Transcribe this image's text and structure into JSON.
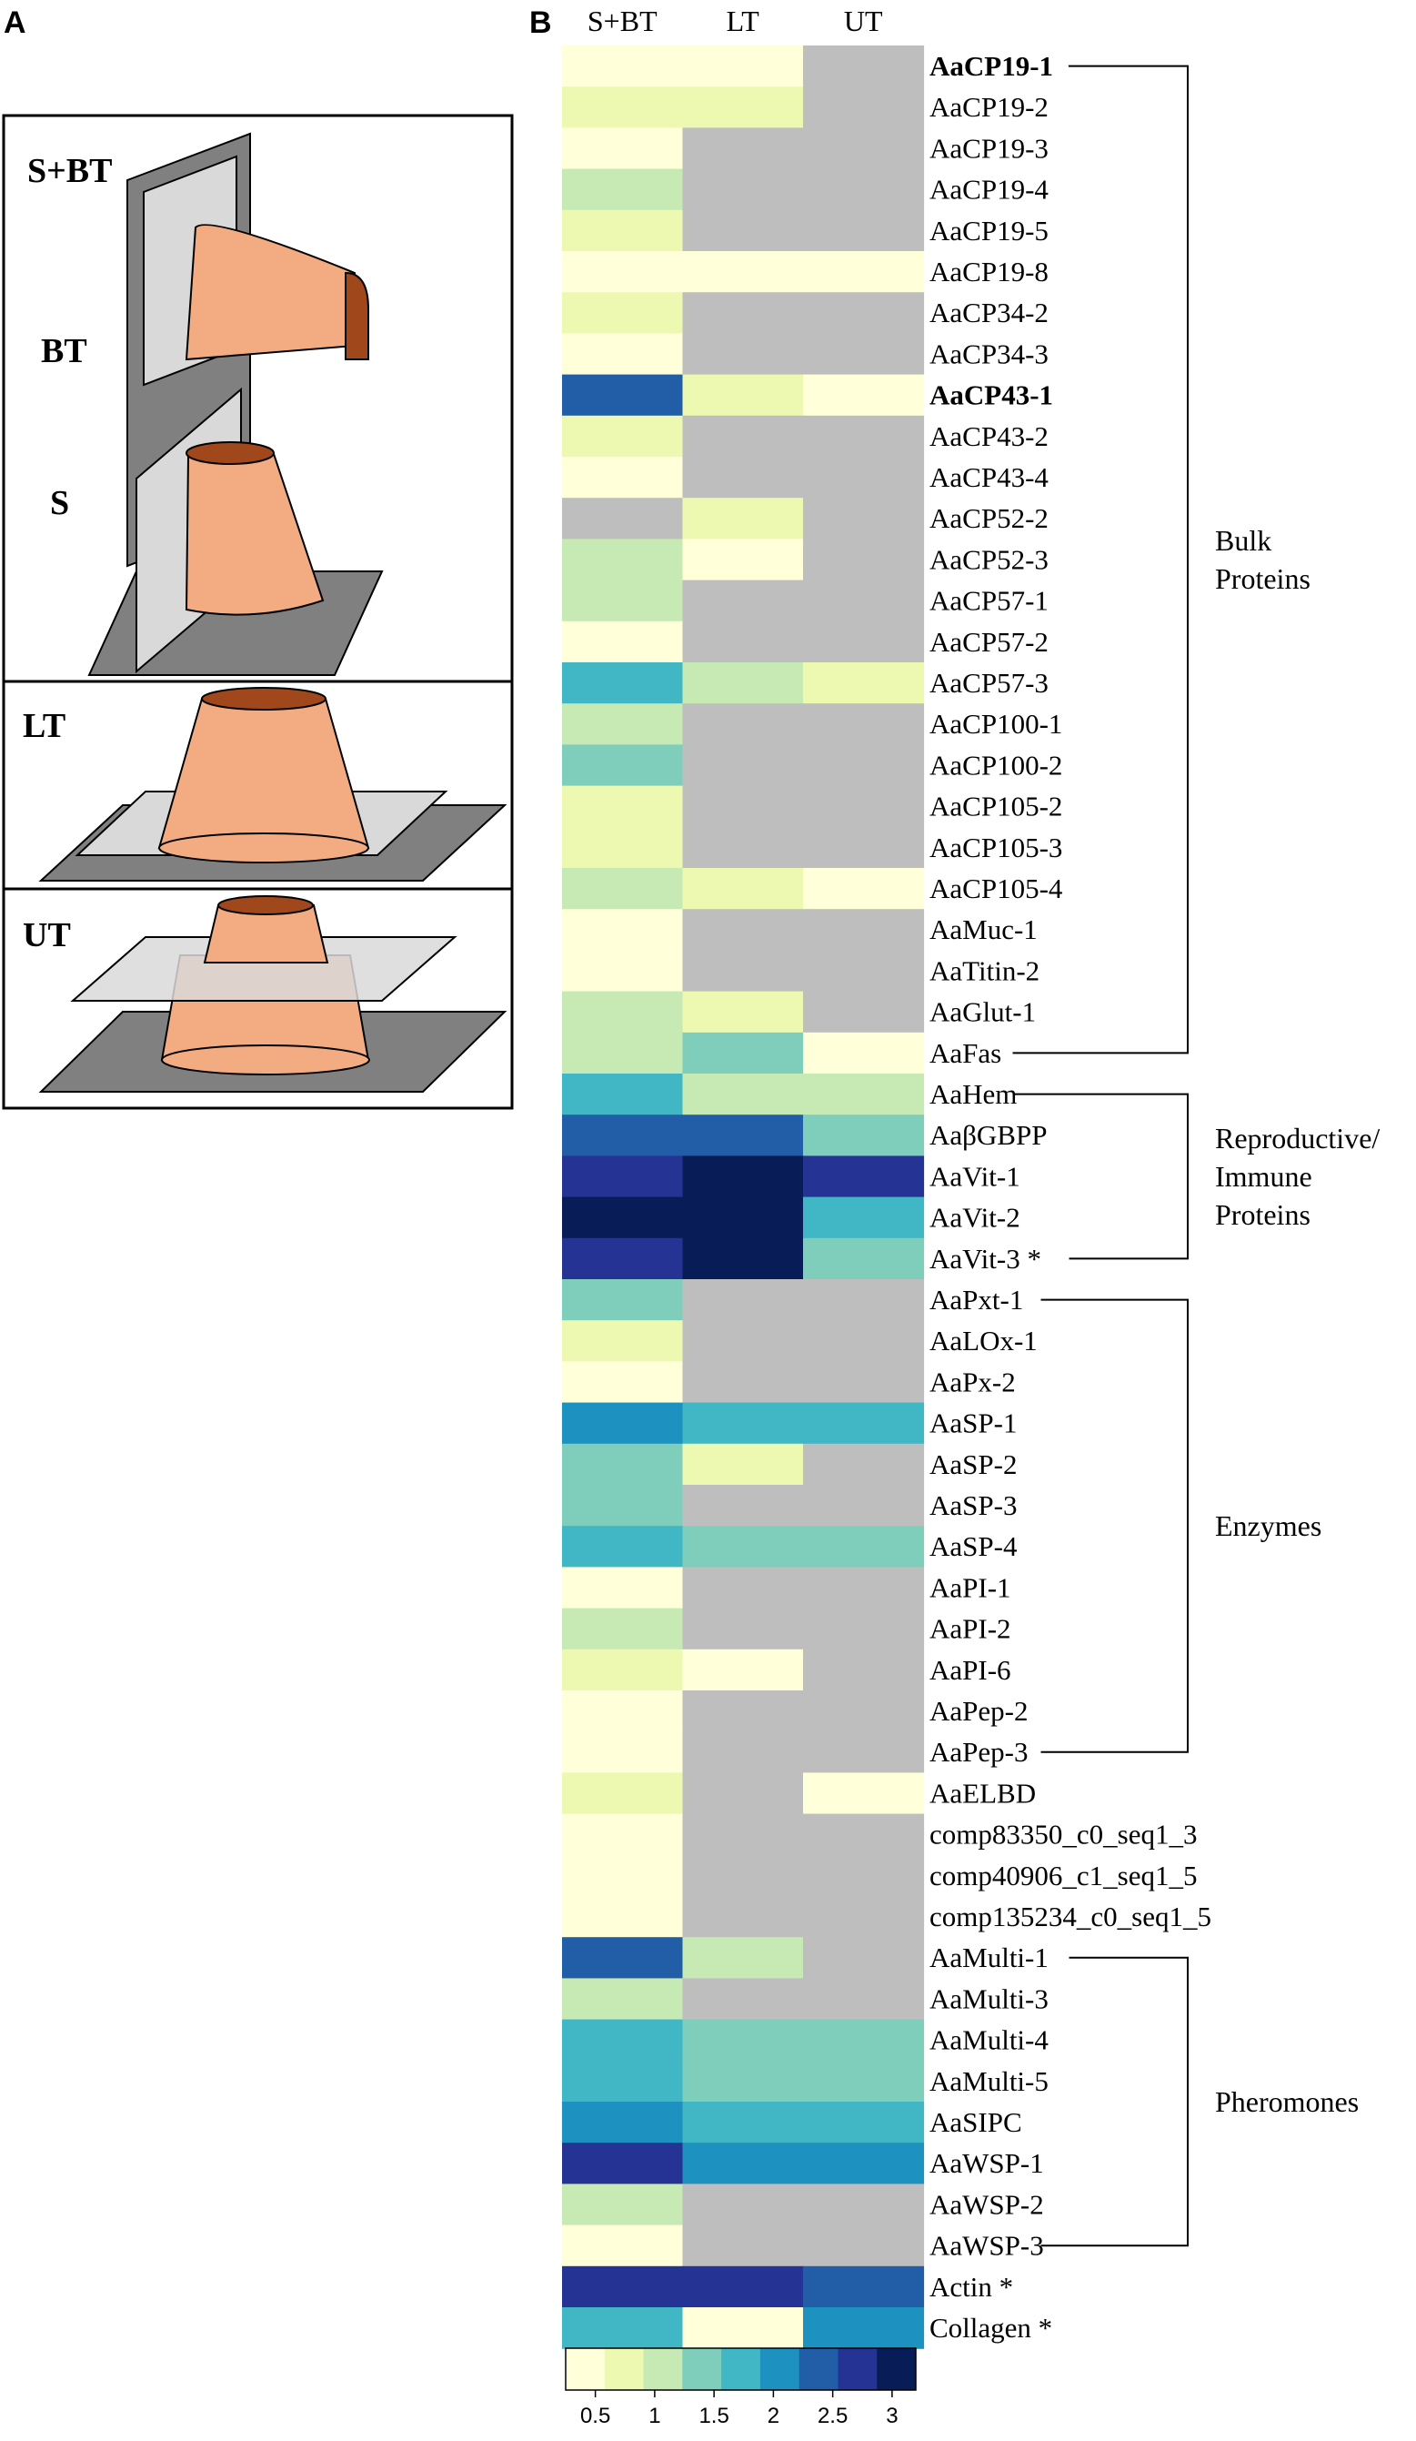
{
  "panel_a": {
    "letter": "A",
    "labels": {
      "sbt": "S+BT",
      "bt": "BT",
      "s": "S",
      "lt": "LT",
      "ut": "UT"
    }
  },
  "panel_b": {
    "letter": "B"
  },
  "colors": {
    "na": "#bebebe",
    "scale": [
      "#ffffd9",
      "#edf8b1",
      "#c7e9b4",
      "#7fcdbb",
      "#41b6c4",
      "#1d91c0",
      "#225ea8",
      "#253494",
      "#081d58"
    ],
    "cone_light": "#f6b58d",
    "cone_dark": "#b0582a",
    "plane_dark": "#808080",
    "plane_light": "#d9d9d9"
  },
  "chart_data": {
    "type": "heatmap",
    "columns": [
      "S+BT",
      "LT",
      "UT"
    ],
    "value_scale": [
      0.5,
      1,
      1.5,
      2,
      2.5,
      3
    ],
    "colorbar_ticks": [
      "0.5",
      "1",
      "1.5",
      "2",
      "2.5",
      "3"
    ],
    "rows": [
      {
        "label": "AaCP19-1",
        "bold": true,
        "levels": [
          0,
          0,
          null
        ]
      },
      {
        "label": "AaCP19-2",
        "levels": [
          1,
          1,
          null
        ]
      },
      {
        "label": "AaCP19-3",
        "levels": [
          0,
          null,
          null
        ]
      },
      {
        "label": "AaCP19-4",
        "levels": [
          2,
          null,
          null
        ]
      },
      {
        "label": "AaCP19-5",
        "levels": [
          1,
          null,
          null
        ]
      },
      {
        "label": "AaCP19-8",
        "levels": [
          0,
          0,
          0
        ]
      },
      {
        "label": "AaCP34-2",
        "levels": [
          1,
          null,
          null
        ]
      },
      {
        "label": "AaCP34-3",
        "levels": [
          0,
          null,
          null
        ]
      },
      {
        "label": "AaCP43-1",
        "bold": true,
        "levels": [
          6,
          1,
          0
        ]
      },
      {
        "label": "AaCP43-2",
        "levels": [
          1,
          null,
          null
        ]
      },
      {
        "label": "AaCP43-4",
        "levels": [
          0,
          null,
          null
        ]
      },
      {
        "label": "AaCP52-2",
        "levels": [
          null,
          1,
          null
        ]
      },
      {
        "label": "AaCP52-3",
        "levels": [
          2,
          0,
          null
        ]
      },
      {
        "label": "AaCP57-1",
        "levels": [
          2,
          null,
          null
        ]
      },
      {
        "label": "AaCP57-2",
        "levels": [
          0,
          null,
          null
        ]
      },
      {
        "label": "AaCP57-3",
        "levels": [
          4,
          2,
          1
        ]
      },
      {
        "label": "AaCP100-1",
        "levels": [
          2,
          null,
          null
        ]
      },
      {
        "label": "AaCP100-2",
        "levels": [
          3,
          null,
          null
        ]
      },
      {
        "label": "AaCP105-2",
        "levels": [
          1,
          null,
          null
        ]
      },
      {
        "label": "AaCP105-3",
        "levels": [
          1,
          null,
          null
        ]
      },
      {
        "label": "AaCP105-4",
        "levels": [
          2,
          1,
          0
        ]
      },
      {
        "label": "AaMuc-1",
        "levels": [
          0,
          null,
          null
        ]
      },
      {
        "label": "AaTitin-2",
        "levels": [
          0,
          null,
          null
        ]
      },
      {
        "label": "AaGlut-1",
        "levels": [
          2,
          1,
          null
        ]
      },
      {
        "label": "AaFas",
        "levels": [
          2,
          3,
          0
        ]
      },
      {
        "label": "AaHem",
        "levels": [
          4,
          2,
          2
        ]
      },
      {
        "label": "AaβGBPP",
        "levels": [
          6,
          6,
          3
        ]
      },
      {
        "label": "AaVit-1",
        "levels": [
          7,
          8,
          7
        ]
      },
      {
        "label": "AaVit-2",
        "levels": [
          8,
          8,
          4
        ]
      },
      {
        "label": "AaVit-3 *",
        "levels": [
          7,
          8,
          3
        ]
      },
      {
        "label": "AaPxt-1",
        "levels": [
          3,
          null,
          null
        ]
      },
      {
        "label": "AaLOx-1",
        "levels": [
          1,
          null,
          null
        ]
      },
      {
        "label": "AaPx-2",
        "levels": [
          0,
          null,
          null
        ]
      },
      {
        "label": "AaSP-1",
        "levels": [
          5,
          4,
          4
        ]
      },
      {
        "label": "AaSP-2",
        "levels": [
          3,
          1,
          null
        ]
      },
      {
        "label": "AaSP-3",
        "levels": [
          3,
          null,
          null
        ]
      },
      {
        "label": "AaSP-4",
        "levels": [
          4,
          3,
          3
        ]
      },
      {
        "label": "AaPI-1",
        "levels": [
          0,
          null,
          null
        ]
      },
      {
        "label": "AaPI-2",
        "levels": [
          2,
          null,
          null
        ]
      },
      {
        "label": "AaPI-6",
        "levels": [
          1,
          0,
          null
        ]
      },
      {
        "label": "AaPep-2",
        "levels": [
          0,
          null,
          null
        ]
      },
      {
        "label": "AaPep-3",
        "levels": [
          0,
          null,
          null
        ]
      },
      {
        "label": "AaELBD",
        "levels": [
          1,
          null,
          0
        ]
      },
      {
        "label": "comp83350_c0_seq1_3",
        "levels": [
          0,
          null,
          null
        ]
      },
      {
        "label": "comp40906_c1_seq1_5",
        "levels": [
          0,
          null,
          null
        ]
      },
      {
        "label": "comp135234_c0_seq1_5",
        "levels": [
          0,
          null,
          null
        ]
      },
      {
        "label": "AaMulti-1",
        "levels": [
          6,
          2,
          null
        ]
      },
      {
        "label": "AaMulti-3",
        "levels": [
          2,
          null,
          null
        ]
      },
      {
        "label": "AaMulti-4",
        "levels": [
          4,
          3,
          3
        ]
      },
      {
        "label": "AaMulti-5",
        "levels": [
          4,
          3,
          3
        ]
      },
      {
        "label": "AaSIPC",
        "levels": [
          5,
          4,
          4
        ]
      },
      {
        "label": "AaWSP-1",
        "levels": [
          7,
          5,
          5
        ]
      },
      {
        "label": "AaWSP-2",
        "levels": [
          2,
          null,
          null
        ]
      },
      {
        "label": "AaWSP-3",
        "levels": [
          0,
          null,
          null
        ]
      },
      {
        "label": "Actin *",
        "levels": [
          7,
          7,
          6
        ]
      },
      {
        "label": "Collagen *",
        "levels": [
          4,
          0,
          5
        ]
      }
    ],
    "groups": [
      {
        "label": "Bulk\nProteins",
        "start": 0,
        "end": 24
      },
      {
        "label": "Reproductive/\nImmune\nProteins",
        "start": 25,
        "end": 29
      },
      {
        "label": "Enzymes",
        "start": 30,
        "end": 41
      },
      {
        "label": "Pheromones",
        "start": 46,
        "end": 53
      }
    ]
  }
}
